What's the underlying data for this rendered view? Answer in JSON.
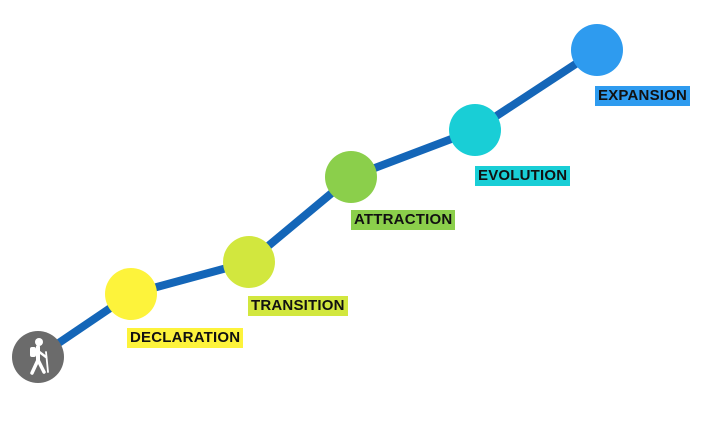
{
  "colors": {
    "path_line": "#1466b8",
    "hiker_circle": "#6b6b6b",
    "hiker_figure": "#ffffff"
  },
  "start_icon": "hiker-icon",
  "stages": [
    {
      "label": "DECLARATION",
      "color": "#fdf33b"
    },
    {
      "label": "TRANSITION",
      "color": "#d2e73e"
    },
    {
      "label": "ATTRACTION",
      "color": "#8bcf4b"
    },
    {
      "label": "EVOLUTION",
      "color": "#19ced6"
    },
    {
      "label": "EXPANSION",
      "color": "#2e9bef"
    }
  ]
}
